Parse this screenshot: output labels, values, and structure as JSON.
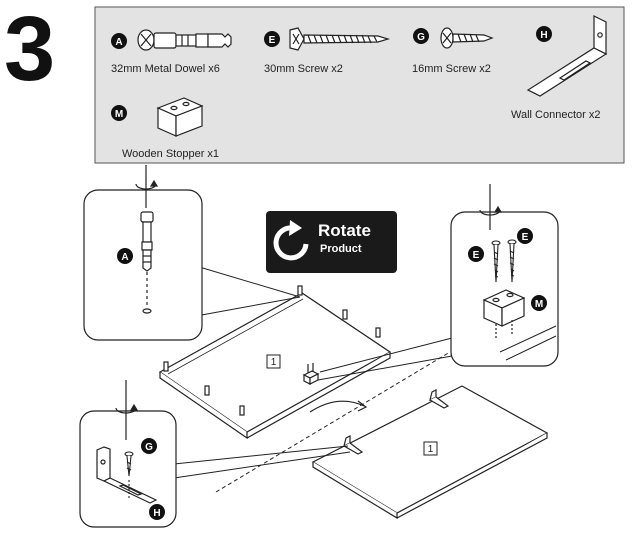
{
  "step": {
    "number": "3"
  },
  "parts": [
    {
      "letter": "A",
      "label": "32mm Metal Dowel x6"
    },
    {
      "letter": "E",
      "label": "30mm Screw x2"
    },
    {
      "letter": "G",
      "label": "16mm Screw x2"
    },
    {
      "letter": "H",
      "label": "Wall Connector x2"
    },
    {
      "letter": "M",
      "label": "Wooden Stopper x1"
    }
  ],
  "rotate_badge": {
    "title": "Rotate",
    "subtitle": "Product"
  },
  "panel_label": "1",
  "callouts": {
    "dowel": [
      "A"
    ],
    "stopper": [
      "E",
      "E",
      "M"
    ],
    "connector": [
      "G",
      "H"
    ]
  },
  "colors": {
    "parts_panel_bg": "#e3e3e3",
    "badge_bg": "#1a1a1a",
    "line": "#111111"
  }
}
